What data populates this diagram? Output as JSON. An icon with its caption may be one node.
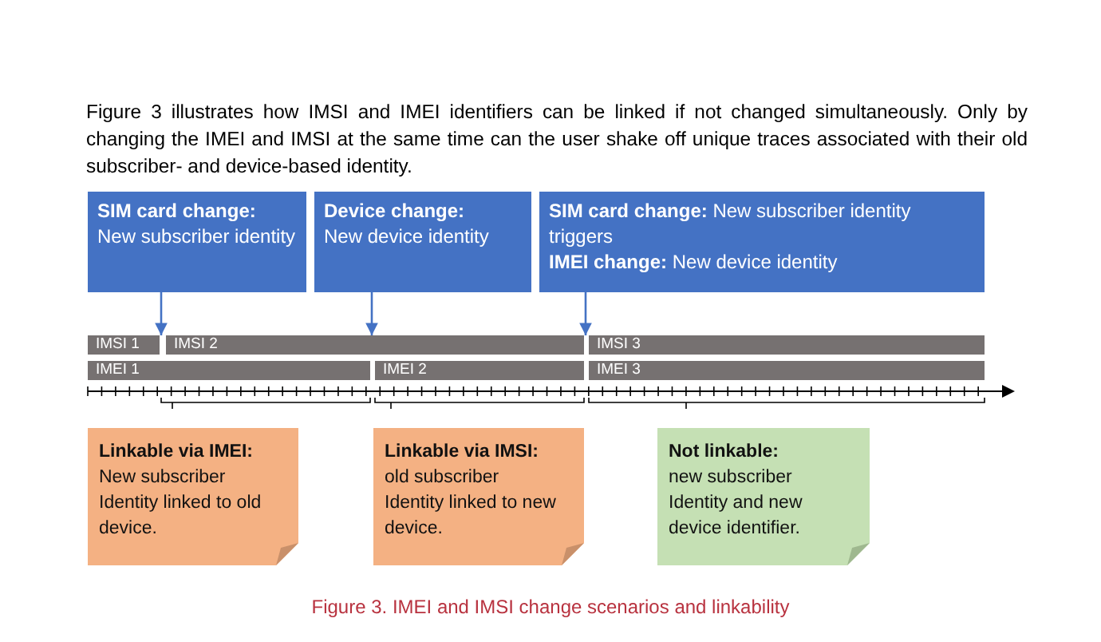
{
  "diagram": {
    "caption": "Figure 3. IMEI and IMSI change scenarios and linkability",
    "nodes": [
      {
        "text": [
          "SIM card change:",
          "New subscriber identity"
        ]
      },
      {
        "text": [
          "Device change:",
          "New device identity"
        ]
      },
      {
        "text": [
          "**SIM card change:** New subscriber identity triggers",
          "**IMEI change:** New device identity"
        ]
      },
      {
        "text": [
          "IMSI 1"
        ]
      },
      {
        "text": [
          "IMSI 2"
        ]
      },
      {
        "text": [
          "IMSI 3"
        ]
      },
      {
        "text": [
          "IMEI 1"
        ]
      },
      {
        "text": [
          "IMEI 2"
        ]
      },
      {
        "text": [
          "IMEI 3"
        ]
      },
      {
        "text": [
          "Linkable via IMEI:",
          "New subscriber Identity linked to old device."
        ]
      },
      {
        "text": [
          "Linkable via IMSI:",
          "old subscriber Identity linked to new device."
        ]
      },
      {
        "text": [
          "Not linkable:",
          "new subscriber Identity and new device identifier."
        ]
      }
    ],
    "edges": [
      {
        "from": 0,
        "to": 4,
        "arrow": "to"
      },
      {
        "from": 1,
        "to": 4,
        "arrow": "to"
      },
      {
        "from": 2,
        "to": 5,
        "arrow": "to"
      }
    ],
    "labels": [
      "Figure 3 illustrates how IMSI and IMEI identifiers can be linked if not changed simultaneously. Only by changing the IMEI and IMSI at the same time can the user shake off unique traces associated with their old subscriber- and device-based identity."
    ]
  }
}
